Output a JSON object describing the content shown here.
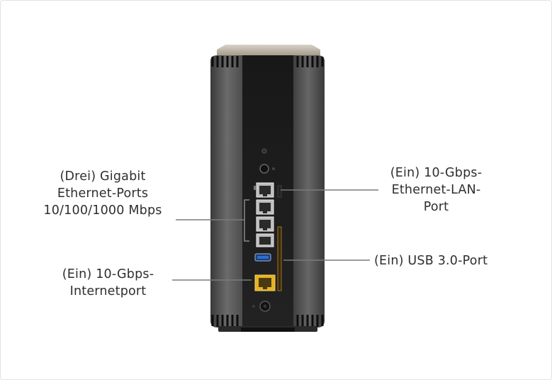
{
  "callouts": {
    "gigabit_ports": {
      "lines": [
        "(Drei) Gigabit",
        "Ethernet-Ports",
        "10/100/1000 Mbps"
      ]
    },
    "internet_port": {
      "lines": [
        "(Ein) 10-Gbps-",
        "Internetport"
      ]
    },
    "lan_port": {
      "lines": [
        "(Ein) 10-Gbps-",
        "Ethernet-LAN-",
        "Port"
      ]
    },
    "usb_port": {
      "lines": [
        "(Ein) USB 3.0-Port"
      ]
    }
  },
  "colors": {
    "body_dark": "#1f1f1f",
    "body_side": "#5c5c5c",
    "port_accent_yellow": "#e8b21c",
    "usb_blue": "#2a6fd1",
    "leader_line": "#7a7a7a"
  },
  "icons": {
    "router": "router-back-panel-illustration"
  }
}
